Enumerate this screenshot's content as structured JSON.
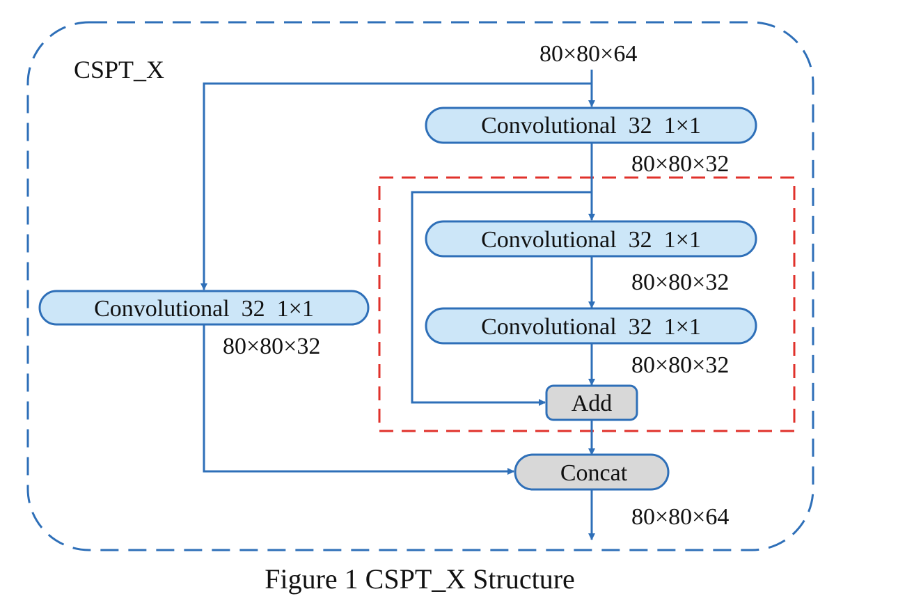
{
  "diagram": {
    "module_label": "CSPT_X",
    "caption": "Figure 1 CSPT_X Structure",
    "input_dim": "80×80×64",
    "output_dim": "80×80×64",
    "colors": {
      "outer_border": "#2e6fb8",
      "residual_border": "#e0312b",
      "conv_fill": "#cce6f8",
      "conv_stroke": "#2e6fb8",
      "op_fill": "#d8d8d8",
      "op_stroke": "#2e6fb8",
      "arrow": "#2e6fb8"
    },
    "nodes": {
      "conv_top": {
        "label": "Convolutional  32  1×1",
        "dim": "80×80×32"
      },
      "conv_res1": {
        "label": "Convolutional  32  1×1",
        "dim": "80×80×32"
      },
      "conv_res2": {
        "label": "Convolutional  32  1×1",
        "dim": "80×80×32"
      },
      "conv_side": {
        "label": "Convolutional  32  1×1",
        "dim": "80×80×32"
      },
      "add": {
        "label": "Add"
      },
      "concat": {
        "label": "Concat"
      }
    }
  }
}
